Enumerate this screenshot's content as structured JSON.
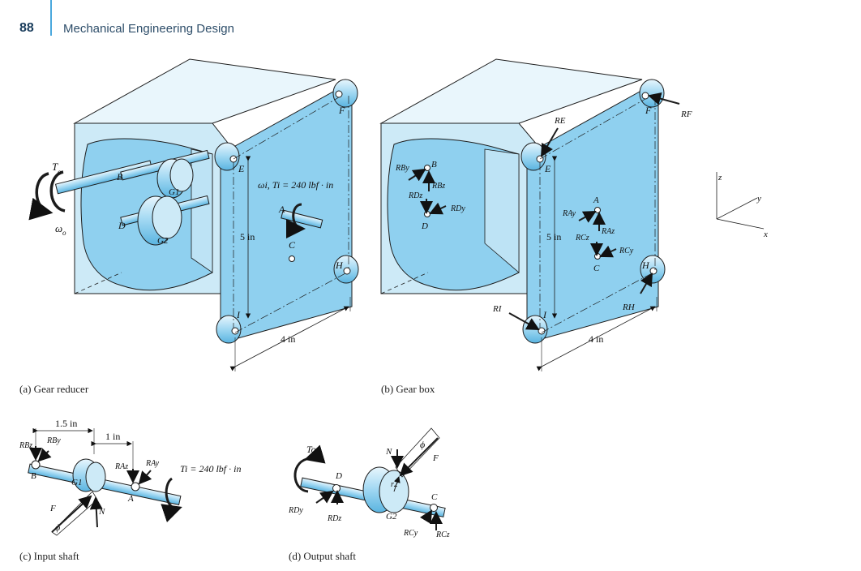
{
  "header": {
    "page_number": "88",
    "book_title": "Mechanical Engineering Design"
  },
  "captions": {
    "a": "(a) Gear reducer",
    "b": "(b) Gear box",
    "c": "(c) Input shaft",
    "d": "(d) Output shaft"
  },
  "fig_a": {
    "input_torque": "T",
    "input_torque_sub": "o",
    "input_speed": "ω",
    "input_speed_sub": "o",
    "gear1": "G1",
    "gear2": "G2",
    "point_b": "B",
    "point_d": "D",
    "point_a": "A",
    "point_c": "C",
    "point_e": "E",
    "point_f": "F",
    "point_h": "H",
    "point_i": "I",
    "output_label": "ωi, Ti = 240 lbf · in",
    "height_dim": "5 in",
    "width_dim": "4 in"
  },
  "fig_b": {
    "r_by": "RBy",
    "r_bz": "RBz",
    "r_dz": "RDz",
    "r_dy": "RDy",
    "r_ay": "RAy",
    "r_az": "RAz",
    "r_cz": "RCz",
    "r_cy": "RCy",
    "r_e": "RE",
    "r_f": "RF",
    "r_h": "RH",
    "r_i": "RI",
    "point_b": "B",
    "point_d": "D",
    "point_a": "A",
    "point_c": "C",
    "point_e": "E",
    "point_f": "F",
    "point_h": "H",
    "point_i": "I",
    "height_dim": "5 in",
    "width_dim": "4 in"
  },
  "axes": {
    "z": "z",
    "y": "y",
    "x": "x"
  },
  "fig_c": {
    "dim1": "1.5 in",
    "dim2": "1 in",
    "r_bz": "RBz",
    "r_by": "RBy",
    "r_az": "RAz",
    "r_ay": "RAy",
    "torque": "Ti = 240 lbf · in",
    "point_b": "B",
    "point_a": "A",
    "gear": "G1",
    "force_f": "F",
    "force_n": "N",
    "angle": "ϕ"
  },
  "fig_d": {
    "torque": "To",
    "point_d": "D",
    "point_c": "C",
    "r_dy": "RDy",
    "r_dz": "RDz",
    "r_cy": "RCy",
    "r_cz": "RCz",
    "gear": "G2",
    "radius": "r2",
    "force_n": "N",
    "force_f": "F",
    "angle": "ϕ"
  },
  "colors": {
    "light_blue": "#cdeaf7",
    "mid_blue": "#8fd0ef",
    "dark_blue": "#5ab4e0",
    "edge": "#1c1c1c"
  }
}
